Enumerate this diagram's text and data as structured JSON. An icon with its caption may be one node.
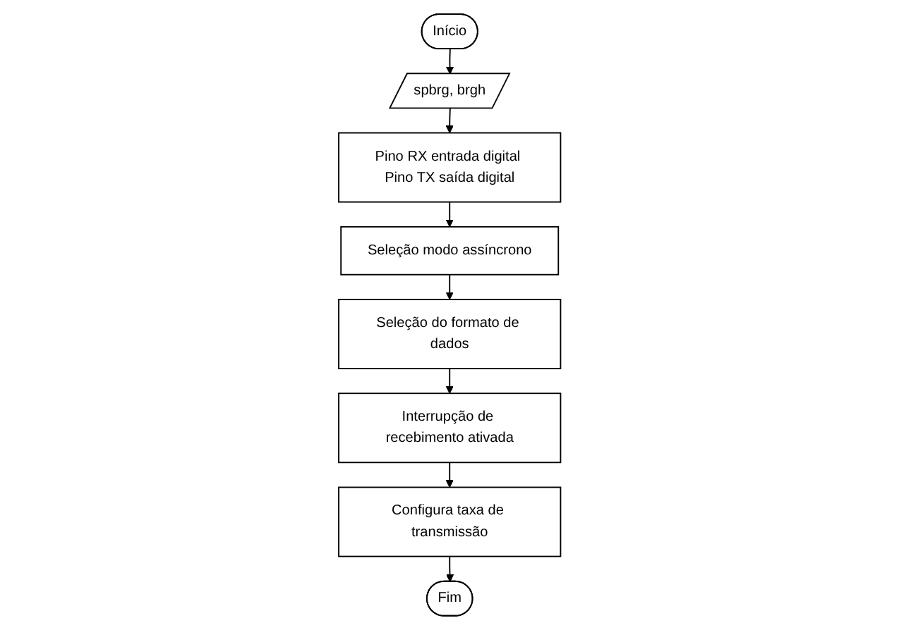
{
  "diagram": {
    "nodes": [
      {
        "text": [
          "Início"
        ]
      },
      {
        "text": [
          "spbrg, brgh"
        ]
      },
      {
        "text": [
          "Pino RX entrada digital Pino TX saída digital"
        ]
      },
      {
        "text": [
          "Seleção modo assíncrono"
        ]
      },
      {
        "text": [
          "Seleção do formato de dados"
        ]
      },
      {
        "text": [
          "Interrupção de recebimento ativada"
        ]
      },
      {
        "text": [
          "Configura taxa de transmissão"
        ]
      },
      {
        "text": [
          "Fim"
        ]
      }
    ],
    "edges": [
      {
        "from": 0,
        "to": 1,
        "arrow": "to"
      },
      {
        "from": 1,
        "to": 2,
        "arrow": "to"
      },
      {
        "from": 2,
        "to": 3,
        "arrow": "to"
      },
      {
        "from": 3,
        "to": 4,
        "arrow": "to"
      },
      {
        "from": 4,
        "to": 5,
        "arrow": "to"
      },
      {
        "from": 5,
        "to": 6,
        "arrow": "to"
      },
      {
        "from": 6,
        "to": 7,
        "arrow": "to"
      }
    ]
  }
}
